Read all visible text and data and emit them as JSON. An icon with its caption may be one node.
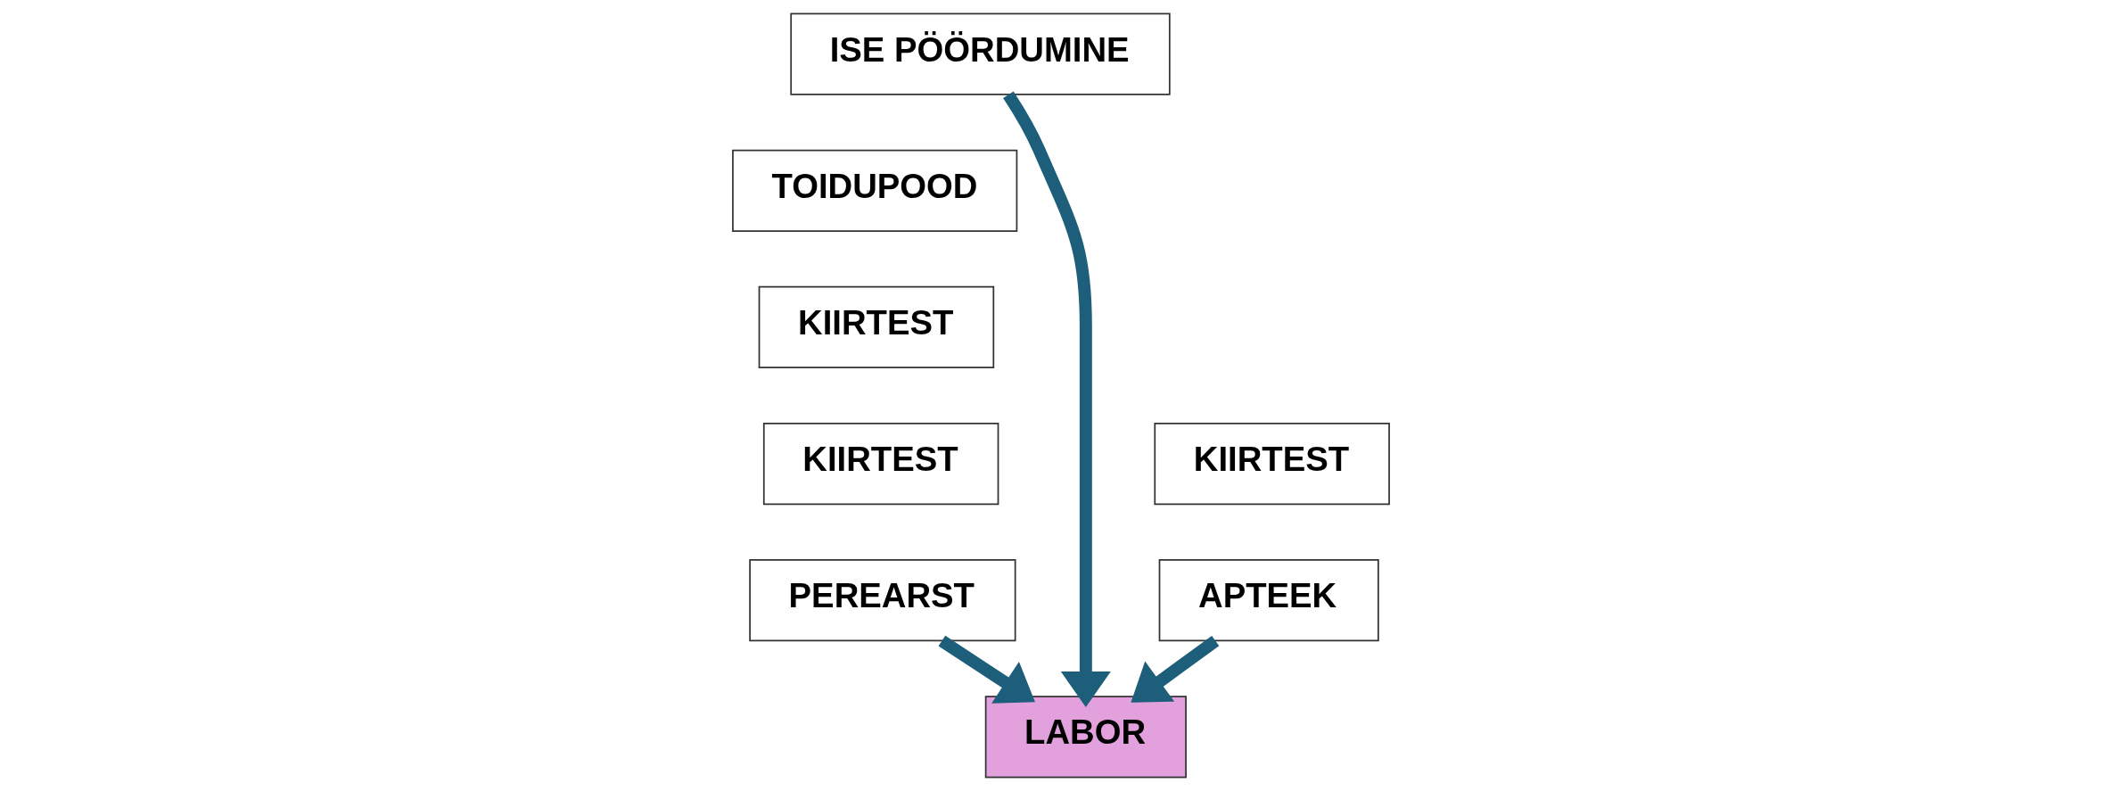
{
  "diagram": {
    "nodes": [
      {
        "text": [
          "ISE PÖÖRDUMINE"
        ]
      },
      {
        "text": [
          "TOIDUPOOD"
        ]
      },
      {
        "text": [
          "KIIRTEST"
        ]
      },
      {
        "text": [
          "KIIRTEST"
        ]
      },
      {
        "text": [
          "PEREARST"
        ]
      },
      {
        "text": [
          "LABOR"
        ]
      },
      {
        "text": [
          "KIIRTEST"
        ]
      },
      {
        "text": [
          "APTEEK"
        ]
      }
    ],
    "edges": [
      {
        "from": 0,
        "to": 5,
        "arrow": "to"
      },
      {
        "from": 4,
        "to": 5,
        "arrow": "to"
      },
      {
        "from": 7,
        "to": 5,
        "arrow": "to"
      }
    ]
  }
}
